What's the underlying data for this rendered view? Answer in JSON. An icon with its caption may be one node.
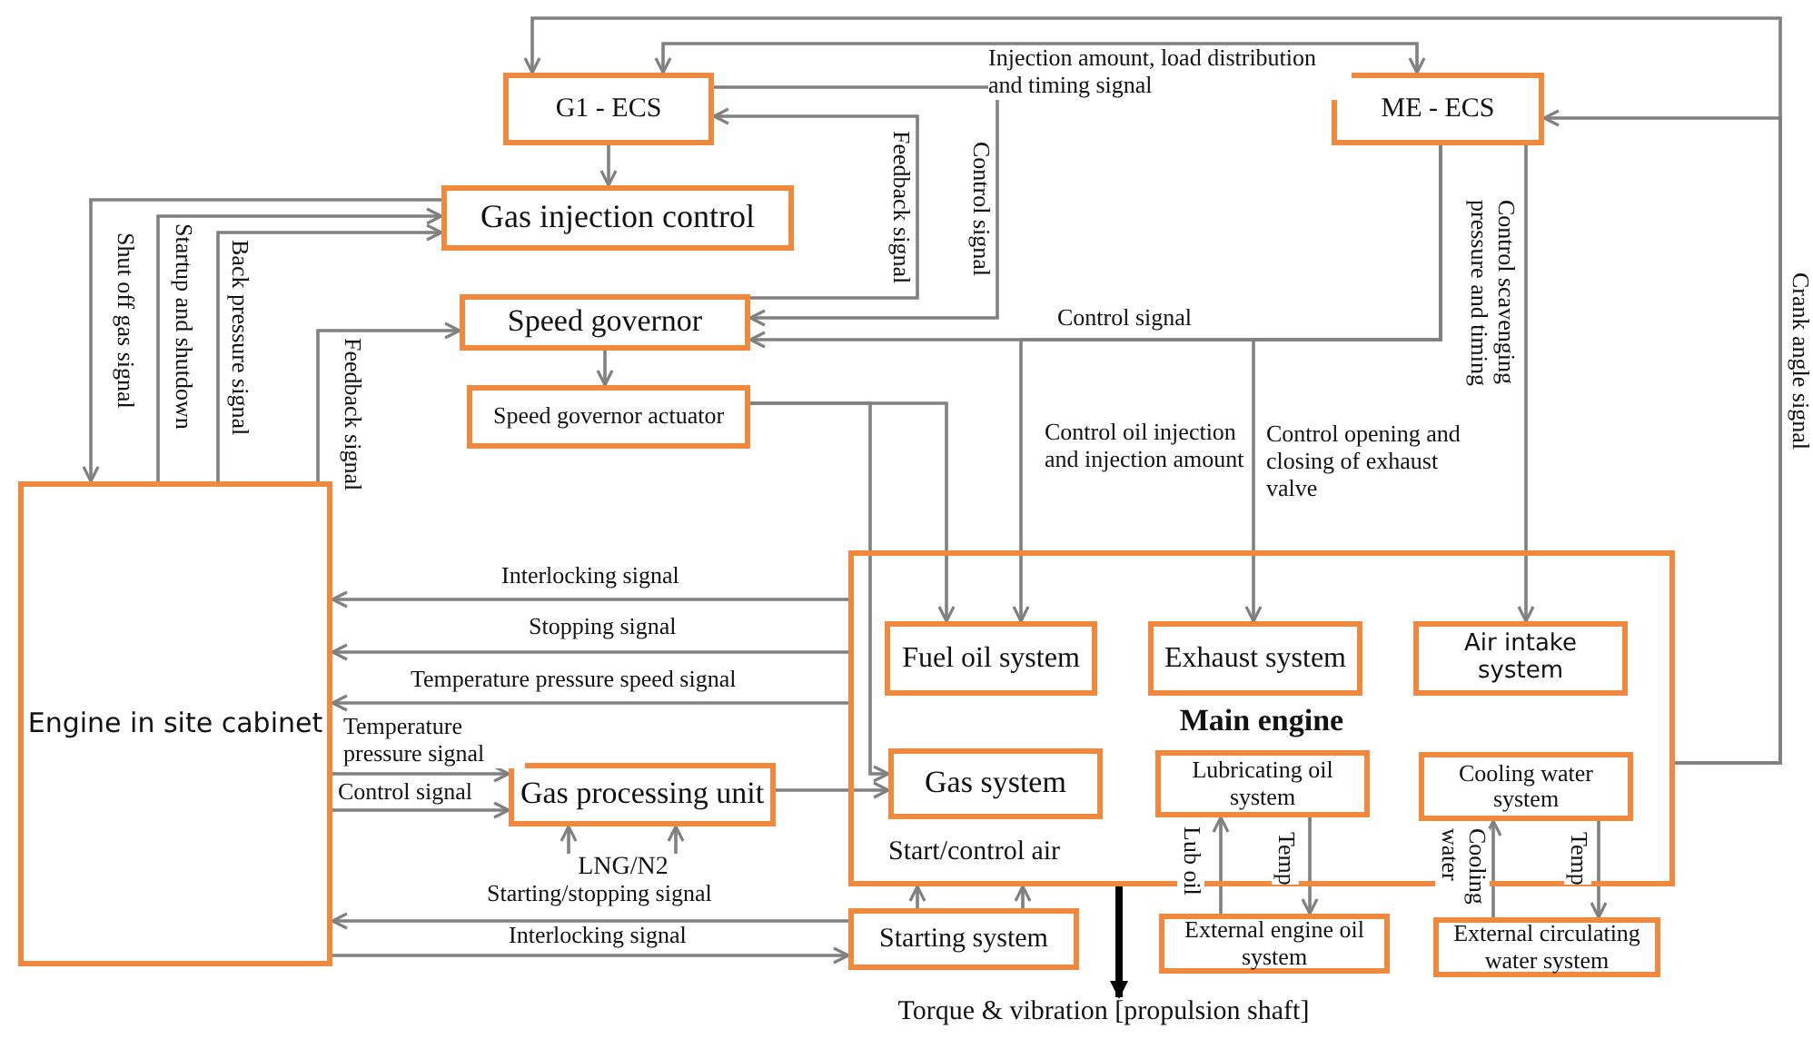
{
  "diagram": {
    "nodes": [
      {
        "text": [
          "G1 - ECS"
        ]
      },
      {
        "text": [
          "ME - ECS"
        ]
      },
      {
        "text": [
          "Gas injection control"
        ]
      },
      {
        "text": [
          "Speed governor"
        ]
      },
      {
        "text": [
          "Speed governor actuator"
        ]
      },
      {
        "text": [
          "Engine in site cabinet"
        ]
      },
      {
        "text": [
          "Main engine"
        ]
      },
      {
        "text": [
          "Fuel oil system"
        ],
        "in": 6
      },
      {
        "text": [
          "Exhaust system"
        ],
        "in": 6
      },
      {
        "text": [
          "Air intake system"
        ],
        "in": 6
      },
      {
        "text": [
          "Gas system"
        ],
        "in": 6
      },
      {
        "text": [
          "Lubricating oil system"
        ],
        "in": 6
      },
      {
        "text": [
          "Cooling water system"
        ],
        "in": 6
      },
      {
        "text": [
          "Gas processing unit"
        ]
      },
      {
        "text": [
          "Starting system"
        ]
      },
      {
        "text": [
          "External engine oil system"
        ]
      },
      {
        "text": [
          "External circulating water system"
        ]
      },
      {
        "text": [
          "Torque & vibration [propulsion shaft]"
        ]
      },
      {
        "text": [
          "LNG/N2"
        ]
      }
    ],
    "edges": [
      {
        "from": 6,
        "to": 0,
        "arrow": "to",
        "label": "Crank angle signal"
      },
      {
        "from": 6,
        "to": 1,
        "arrow": "to"
      },
      {
        "from": 0,
        "to": 1,
        "arrow": "both",
        "label": "Injection amount, load distribution and timing signal"
      },
      {
        "from": 0,
        "to": 3,
        "arrow": "to",
        "label": "Control signal"
      },
      {
        "from": 3,
        "to": 0,
        "arrow": "to",
        "label": "Feedback signal"
      },
      {
        "from": 1,
        "to": 3,
        "arrow": "to",
        "label": "Control signal"
      },
      {
        "from": 1,
        "to": 7,
        "arrow": "to",
        "label": "Control oil injection and injection amount"
      },
      {
        "from": 1,
        "to": 8,
        "arrow": "to",
        "label": "Control opening and closing of exhaust valve"
      },
      {
        "from": 1,
        "to": 9,
        "arrow": "to",
        "label": "Control scavenging pressure and timing"
      },
      {
        "from": 0,
        "to": 2,
        "arrow": "to"
      },
      {
        "from": 3,
        "to": 4,
        "arrow": "to"
      },
      {
        "from": 2,
        "to": 5,
        "arrow": "to",
        "label": "Shut off gas signal"
      },
      {
        "from": 5,
        "to": 2,
        "arrow": "to",
        "label": "Startup and shutdown"
      },
      {
        "from": 5,
        "to": 2,
        "arrow": "to",
        "label": "Back pressure signal"
      },
      {
        "from": 5,
        "to": 3,
        "arrow": "to",
        "label": "Feedback signal"
      },
      {
        "from": 4,
        "to": 7,
        "arrow": "to"
      },
      {
        "from": 4,
        "to": 10,
        "arrow": "to"
      },
      {
        "from": 6,
        "to": 5,
        "arrow": "to",
        "label": "Interlocking signal"
      },
      {
        "from": 6,
        "to": 5,
        "arrow": "to",
        "label": "Stopping signal"
      },
      {
        "from": 6,
        "to": 5,
        "arrow": "to",
        "label": "Temperature pressure speed signal"
      },
      {
        "from": 5,
        "to": 13,
        "arrow": "to",
        "label": "Temperature pressure signal"
      },
      {
        "from": 5,
        "to": 13,
        "arrow": "to",
        "label": "Control signal"
      },
      {
        "from": 13,
        "to": 10,
        "arrow": "to"
      },
      {
        "from": 14,
        "to": 5,
        "arrow": "to",
        "label": "Starting/stopping signal"
      },
      {
        "from": 5,
        "to": 14,
        "arrow": "to",
        "label": "Interlocking signal"
      },
      {
        "from": 14,
        "to": 6,
        "arrow": "to"
      },
      {
        "from": 14,
        "to": 6,
        "arrow": "to"
      },
      {
        "from": 6,
        "to": 17,
        "arrow": "to",
        "style": "thick",
        "color": "#000000"
      },
      {
        "from": 18,
        "to": 13,
        "arrow": "to"
      },
      {
        "from": 18,
        "to": 13,
        "arrow": "to"
      },
      {
        "from": 15,
        "to": 11,
        "arrow": "to",
        "label": "Lub oil"
      },
      {
        "from": 11,
        "to": 15,
        "arrow": "to",
        "label": "Temp"
      },
      {
        "from": 16,
        "to": 12,
        "arrow": "to",
        "label": "Cooling water"
      },
      {
        "from": 12,
        "to": 16,
        "arrow": "to",
        "label": "Temp"
      }
    ],
    "labels": [
      "Start/control air"
    ]
  }
}
